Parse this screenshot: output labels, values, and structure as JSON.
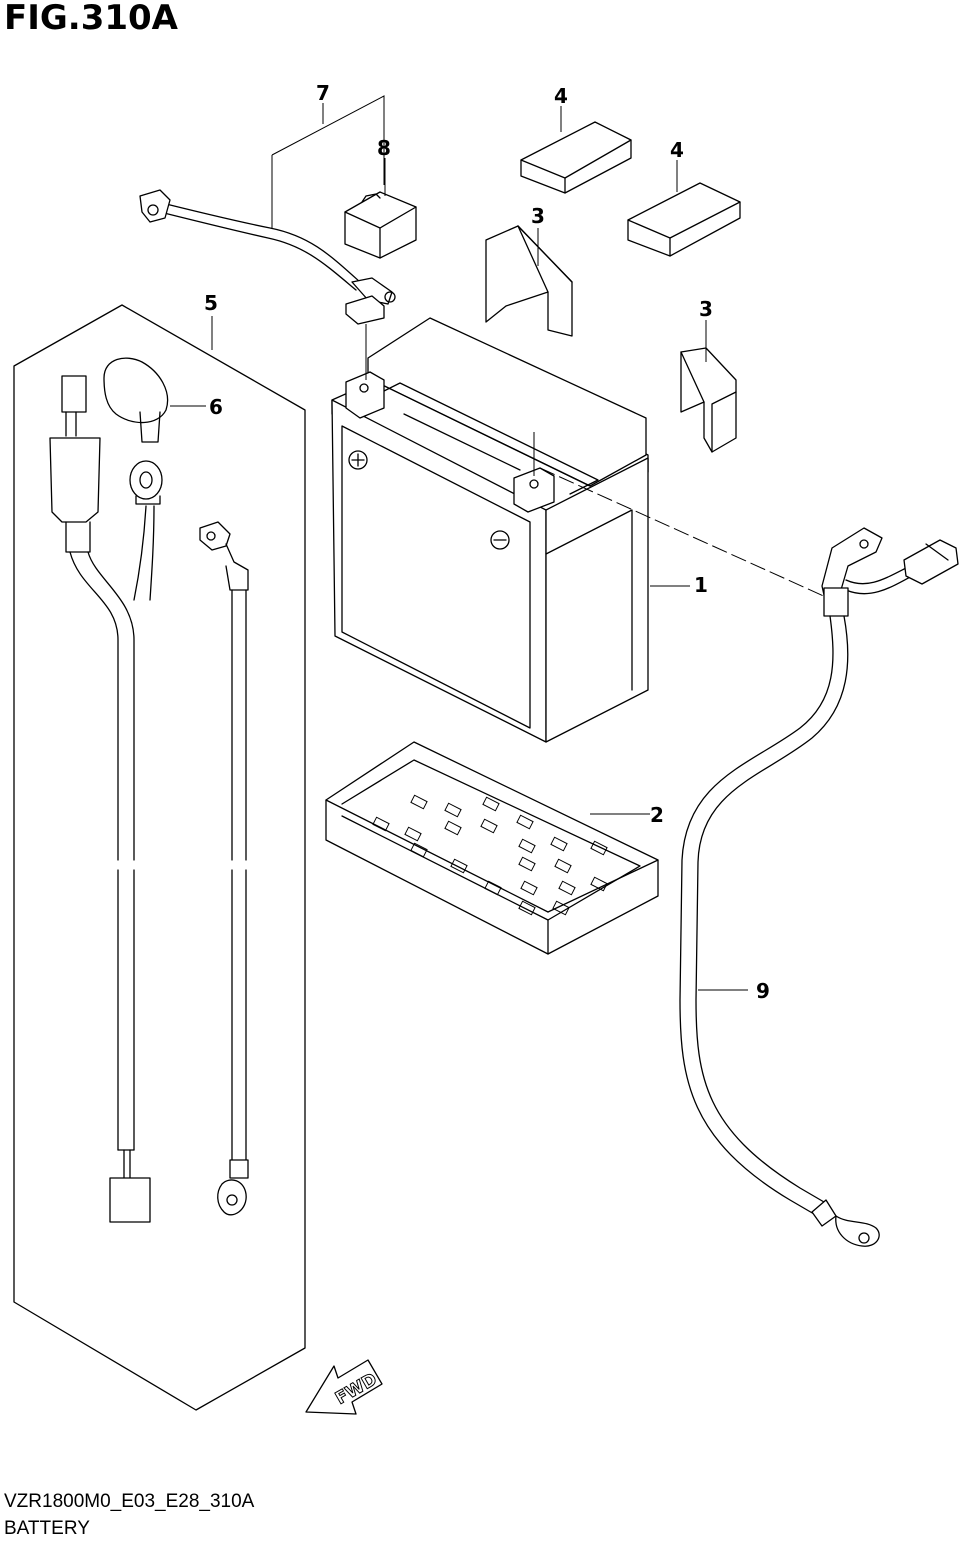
{
  "figure": {
    "title": "FIG.310A",
    "code": "VZR1800M0_E03_E28_310A",
    "name": "BATTERY"
  },
  "callouts": {
    "c1": "1",
    "c2": "2",
    "c3a": "3",
    "c3b": "3",
    "c4a": "4",
    "c4b": "4",
    "c5": "5",
    "c6": "6",
    "c7": "7",
    "c8": "8",
    "c9": "9"
  },
  "fwd_label": "FWD",
  "colors": {
    "line": "#000000",
    "background": "#ffffff"
  }
}
